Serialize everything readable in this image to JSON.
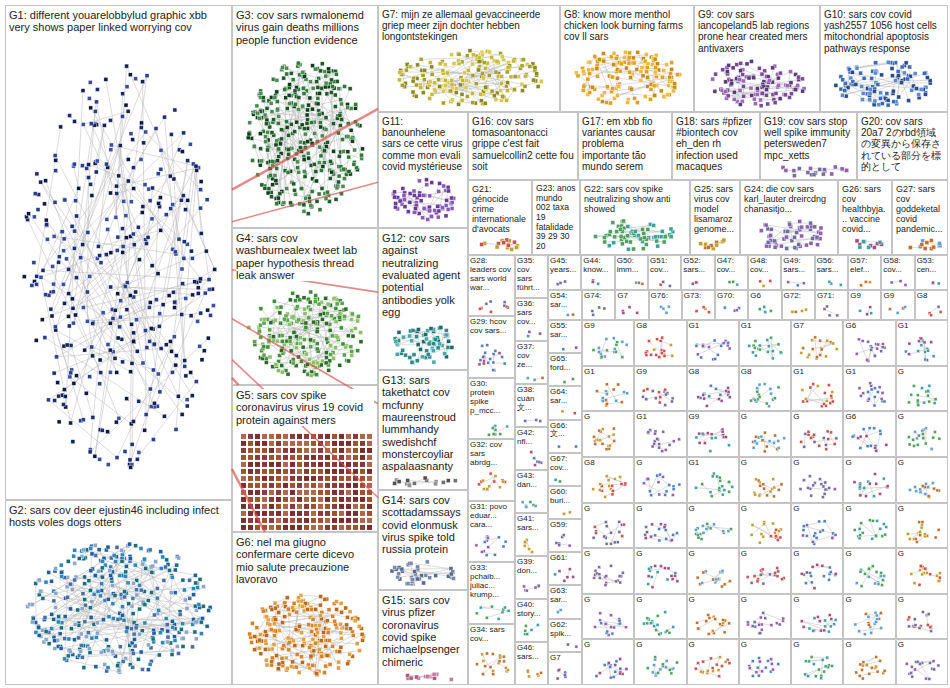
{
  "diagram": {
    "nodes": [
      {
        "text": [
          "G1: different youarelobbylud graphic xbb very shows paper linked worrying cov"
        ]
      },
      {
        "text": [
          "G2: sars cov deer ejustin46 including infect hosts voles dogs otters"
        ]
      },
      {
        "text": [
          "G3: cov sars rwmalonemd virus gain deaths millions people function evidence"
        ]
      },
      {
        "text": [
          "G4: sars cov washburnealex tweet lab paper hypothesis thread leak answer"
        ]
      },
      {
        "text": [
          "G5: sars cov spike coronavirus virus 19 covid protein against mers"
        ]
      },
      {
        "text": [
          "G6: nel ma giugno confermare certe dicevo mio salute precauzione lavoravo"
        ]
      },
      {
        "text": [
          "G7: mijn ze allemaal gevaccineerde griep meer zijn dochter hebben longontstekingen"
        ]
      },
      {
        "text": [
          "G8: know more menthol chicken look burning farms cov ll sars"
        ]
      },
      {
        "text": [
          "G9: cov sars iancopeland5 lab regions prone hear created mers antivaxers"
        ]
      },
      {
        "text": [
          "G10: sars cov covid yash2557 1056 host cells mitochondrial apoptosis pathways response"
        ]
      },
      {
        "text": [
          "G11: banounhelene sars ce cette virus comme mon evali covid mystérieuse"
        ]
      },
      {
        "text": [
          "G16: cov sars tomasoantonacci grippe c'est fait samuelcollin2 cette fou soit"
        ]
      },
      {
        "text": [
          "G17: em xbb fio variantes causar problema importante tão mundo serem"
        ]
      },
      {
        "text": [
          "G18: sars #pfizer #biontech cov eh_den rh infection used macaques"
        ]
      },
      {
        "text": [
          "G19: cov sars stop well spike immunity petersweden7 mpc_xetts"
        ]
      },
      {
        "text": [
          "G20: cov sars 20a7 2のrbd領域の変異から保存されている部分を標的として"
        ]
      },
      {
        "text": [
          "G12: cov sars against neutralizing evaluated agent potential antibodies yolk egg"
        ]
      },
      {
        "text": [
          "G13: sars takethatct cov mcfunny maureenstroud lummhandy swedishchf monstercoyliar aspalaasnanty"
        ]
      },
      {
        "text": [
          "G14: sars cov scottadamssays covid elonmusk virus spike told russia protein"
        ]
      },
      {
        "text": [
          "G15: sars cov virus pfizer coronavirus covid spike michaelpsenger chimeric"
        ]
      },
      {
        "text": [
          "G21: génocide crime internationale d'avocats"
        ]
      },
      {
        "text": [
          "G23: anos mundo 002 taxa 19 fatalidade 39 29 30 20"
        ]
      },
      {
        "text": [
          "G22: sars cov spike neutralizing show anti showed"
        ]
      },
      {
        "text": [
          "G25: sars virus cov model lisamaroz genome..."
        ]
      },
      {
        "text": [
          "G24: die cov sars karl_lauter dreircdng chanasitjo..."
        ]
      },
      {
        "text": [
          "G26: sars cov healthbyja... vaccine covid..."
        ]
      },
      {
        "text": [
          "G27: sars cov goddeketal covid pandemic..."
        ]
      },
      {
        "text": [
          "G28: leaders cov sars world war..."
        ]
      },
      {
        "text": [
          "G29: hcov cov sars..."
        ]
      },
      {
        "text": [
          "G30: protein spike p_mcc..."
        ]
      },
      {
        "text": [
          "G32: cov sars abrdg..."
        ]
      },
      {
        "text": [
          "G31: povo eduar... cara..."
        ]
      },
      {
        "text": [
          "G33: pchaib... juliac... krump..."
        ]
      },
      {
        "text": [
          "G34: sars cov..."
        ]
      },
      {
        "text": [
          "G35: cov sars führt..."
        ]
      },
      {
        "text": [
          "G36: sars cov..."
        ]
      },
      {
        "text": [
          "G37: cov ze..."
        ]
      },
      {
        "text": [
          "G38: cuán 文..."
        ]
      },
      {
        "text": [
          "G42: nfl..."
        ]
      },
      {
        "text": [
          "G43: dan..."
        ]
      },
      {
        "text": [
          "G41: sars..."
        ]
      },
      {
        "text": [
          "G39: don..."
        ]
      },
      {
        "text": [
          "G40: story..."
        ]
      },
      {
        "text": [
          "G46: sars..."
        ]
      },
      {
        "text": [
          "G45: years..."
        ]
      },
      {
        "text": [
          "G44: know..."
        ]
      },
      {
        "text": [
          "G50: imm..."
        ]
      },
      {
        "text": [
          "G51: cov..."
        ]
      },
      {
        "text": [
          "G52: sars..."
        ]
      },
      {
        "text": [
          "G47: cov..."
        ]
      },
      {
        "text": [
          "G48: cov..."
        ]
      },
      {
        "text": [
          "G49: sars..."
        ]
      },
      {
        "text": [
          "G56: sars..."
        ]
      },
      {
        "text": [
          "G57: elef..."
        ]
      },
      {
        "text": [
          "G58: cov..."
        ]
      },
      {
        "text": [
          "G53: cen..."
        ]
      },
      {
        "text": [
          "G54: sar..."
        ]
      },
      {
        "text": [
          "G74:"
        ]
      },
      {
        "text": [
          "G7"
        ]
      },
      {
        "text": [
          "G76:"
        ]
      },
      {
        "text": [
          "G73:"
        ]
      },
      {
        "text": [
          "G70:"
        ]
      },
      {
        "text": [
          "G6"
        ]
      },
      {
        "text": [
          "G72:"
        ]
      },
      {
        "text": [
          "G71:"
        ]
      },
      {
        "text": [
          "G9"
        ]
      },
      {
        "text": [
          "G9"
        ]
      },
      {
        "text": [
          "G8"
        ]
      },
      {
        "text": [
          "G55: sar..."
        ]
      },
      {
        "text": [
          "G65: ford..."
        ]
      },
      {
        "text": [
          "G64: sar..."
        ]
      },
      {
        "text": [
          "G66: 文..."
        ]
      },
      {
        "text": [
          "G67: cov..."
        ]
      },
      {
        "text": [
          "G60: buri..."
        ]
      },
      {
        "text": [
          "G59:"
        ]
      },
      {
        "text": [
          "G61:"
        ]
      },
      {
        "text": [
          "G63: sar..."
        ]
      },
      {
        "text": [
          "G62: spik..."
        ]
      },
      {
        "text": [
          "G7"
        ]
      },
      {
        "text": [
          "G9"
        ]
      },
      {
        "text": [
          "G8"
        ]
      },
      {
        "text": [
          "G1"
        ]
      },
      {
        "text": [
          "G1"
        ]
      },
      {
        "text": [
          "G7"
        ]
      },
      {
        "text": [
          "G6"
        ]
      },
      {
        "text": [
          "G1"
        ]
      },
      {
        "text": [
          "G1"
        ]
      },
      {
        "text": [
          "G9"
        ]
      },
      {
        "text": [
          "G8"
        ]
      },
      {
        "text": [
          "G8"
        ]
      },
      {
        "text": [
          "G1"
        ]
      },
      {
        "text": [
          "G1"
        ]
      },
      {
        "text": [
          "G"
        ]
      },
      {
        "text": [
          "G"
        ]
      },
      {
        "text": [
          "G1"
        ]
      },
      {
        "text": [
          "G9"
        ]
      },
      {
        "text": [
          "G"
        ]
      },
      {
        "text": [
          "G"
        ]
      },
      {
        "text": [
          "G6"
        ]
      },
      {
        "text": [
          "G"
        ]
      },
      {
        "text": [
          "G8"
        ]
      },
      {
        "text": [
          "G"
        ]
      },
      {
        "text": [
          "G1"
        ]
      },
      {
        "text": [
          "G"
        ]
      },
      {
        "text": [
          "G"
        ]
      },
      {
        "text": [
          "G"
        ]
      },
      {
        "text": [
          "G"
        ]
      },
      {
        "text": [
          "G"
        ]
      },
      {
        "text": [
          "G"
        ]
      },
      {
        "text": [
          "G"
        ]
      },
      {
        "text": [
          "G"
        ]
      },
      {
        "text": [
          "G"
        ]
      },
      {
        "text": [
          "G"
        ]
      },
      {
        "text": [
          "G"
        ]
      },
      {
        "text": [
          "G"
        ]
      },
      {
        "text": [
          "G"
        ]
      },
      {
        "text": [
          "G"
        ]
      },
      {
        "text": [
          "G"
        ]
      },
      {
        "text": [
          "G"
        ]
      },
      {
        "text": [
          "G"
        ]
      },
      {
        "text": [
          "G"
        ]
      },
      {
        "text": [
          "G"
        ]
      },
      {
        "text": [
          "G"
        ]
      },
      {
        "text": [
          "G"
        ]
      },
      {
        "text": [
          "G"
        ]
      },
      {
        "text": [
          "G"
        ]
      },
      {
        "text": [
          "G"
        ]
      },
      {
        "text": [
          "G"
        ]
      },
      {
        "text": [
          "G"
        ]
      },
      {
        "text": [
          "G"
        ]
      },
      {
        "text": [
          "G"
        ]
      },
      {
        "text": [
          "G"
        ]
      },
      {
        "text": [
          "G"
        ]
      },
      {
        "text": [
          "G"
        ]
      },
      {
        "text": [
          "G"
        ]
      }
    ],
    "edges": [
      {
        "from": 0,
        "to": 2,
        "arrow": "none"
      },
      {
        "from": 0,
        "to": 3,
        "arrow": "none"
      },
      {
        "from": 0,
        "to": 4,
        "arrow": "none"
      },
      {
        "from": 0,
        "to": 5,
        "arrow": "none"
      },
      {
        "from": 0,
        "to": 6,
        "arrow": "none"
      },
      {
        "from": 0,
        "to": 10,
        "arrow": "none"
      },
      {
        "from": 0,
        "to": 16,
        "arrow": "none"
      },
      {
        "from": 0,
        "to": 17,
        "arrow": "none"
      },
      {
        "from": 0,
        "to": 18,
        "arrow": "none"
      },
      {
        "from": 0,
        "to": 1,
        "arrow": "none"
      },
      {
        "from": 1,
        "to": 4,
        "arrow": "none"
      },
      {
        "from": 3,
        "to": 16,
        "arrow": "none"
      },
      {
        "from": 4,
        "to": 17,
        "arrow": "none"
      },
      {
        "from": 2,
        "to": 6,
        "arrow": "none"
      }
    ]
  }
}
